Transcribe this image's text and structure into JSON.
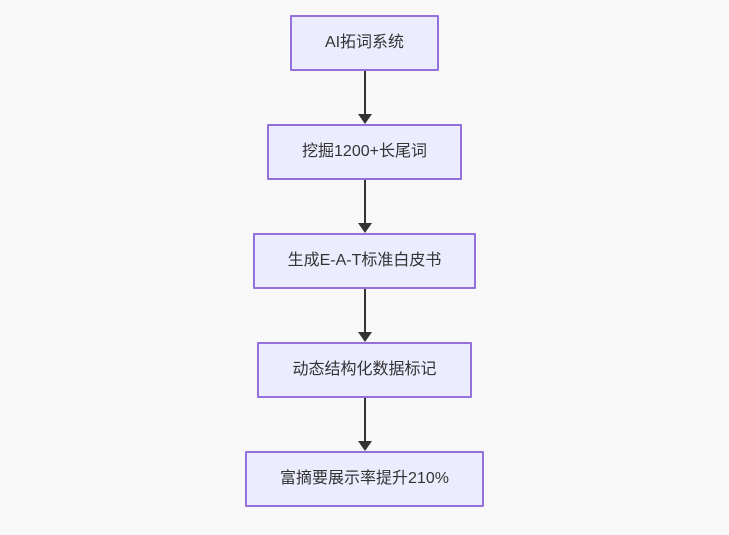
{
  "diagram": {
    "type": "flowchart-vertical",
    "direction": "top-down",
    "nodes": [
      {
        "id": "n1",
        "label": "AI拓词系统"
      },
      {
        "id": "n2",
        "label": "挖掘1200+长尾词"
      },
      {
        "id": "n3",
        "label": "生成E-A-T标准白皮书"
      },
      {
        "id": "n4",
        "label": "动态结构化数据标记"
      },
      {
        "id": "n5",
        "label": "富摘要展示率提升210%"
      }
    ],
    "edges": [
      {
        "from": "n1",
        "to": "n2"
      },
      {
        "from": "n2",
        "to": "n3"
      },
      {
        "from": "n3",
        "to": "n4"
      },
      {
        "from": "n4",
        "to": "n5"
      }
    ],
    "colors": {
      "background": "#f8f8f8",
      "node_fill": "#ececff",
      "node_border": "#9370db",
      "node_text": "#333333",
      "arrow": "#333333"
    }
  }
}
